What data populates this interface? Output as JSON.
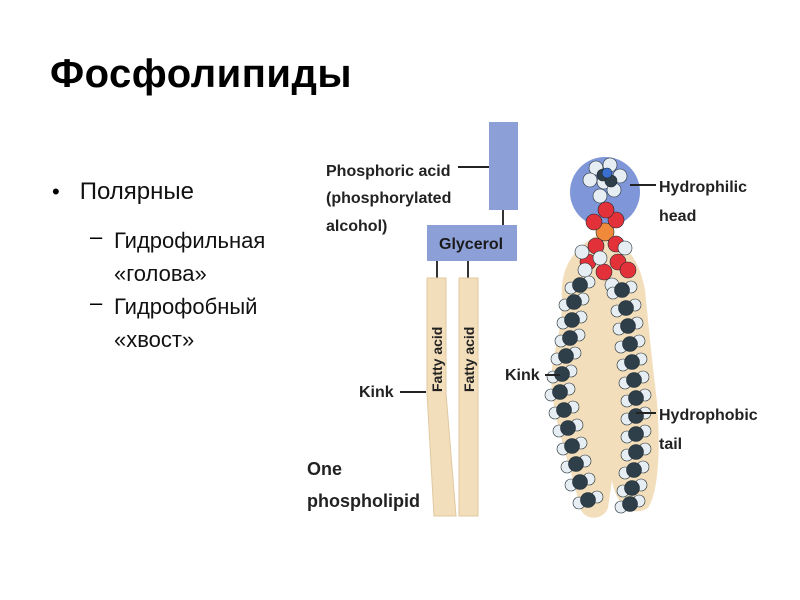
{
  "slide": {
    "title": "Фосфолипиды",
    "bullet": "Полярные",
    "sub_items": [
      {
        "text": "Гидрофильная\n«голова»"
      },
      {
        "text": "Гидрофобный\n«хвост»"
      }
    ]
  },
  "figure": {
    "labels": {
      "phosphoric_1": "Phosphoric acid",
      "phosphoric_2": "(phosphorylated",
      "phosphoric_3": "alcohol)",
      "glycerol": "Glycerol",
      "fatty_acid_1": "Fatty acid",
      "fatty_acid_2": "Fatty acid",
      "kink_left": "Kink",
      "one_1": "One",
      "one_2": "phospholipid",
      "kink_right": "Kink",
      "hydrophilic_1": "Hydrophilic",
      "hydrophilic_2": "head",
      "hydrophobic_1": "Hydrophobic",
      "hydrophobic_2": "tail"
    },
    "colors": {
      "phosphate_block": "#8c9fd6",
      "glycerol_block": "#8c9fd6",
      "tail_fill": "#f3debb",
      "head_circle": "#7f97d8",
      "carbon_atom": "#2f3f4a",
      "hydrogen_atom": "#e6eef3",
      "oxygen_atom": "#e3313a",
      "phosphorus_atom": "#f08a3a",
      "label_text": "#222222"
    }
  }
}
